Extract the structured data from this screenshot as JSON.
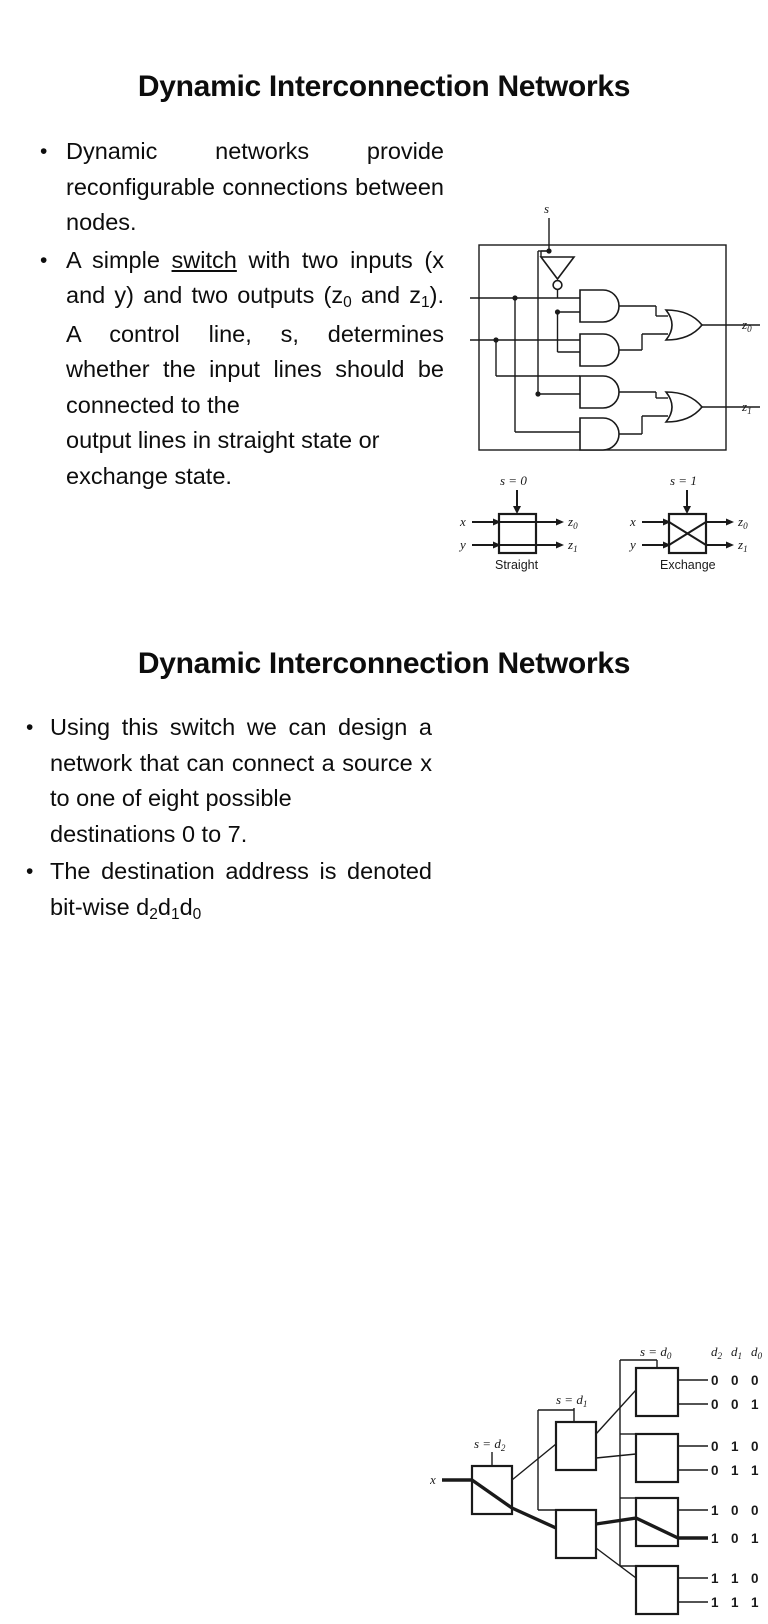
{
  "slides": [
    {
      "title": "Dynamic Interconnection Networks",
      "bullets": [
        {
          "marker": "•",
          "text": "Dynamic networks provide reconfigurable connections between nodes."
        },
        {
          "marker": "•",
          "text_parts": {
            "a": "A simple ",
            "underlined": "switch",
            "b": " with two inputs (x and y) and two outputs (z",
            "sub1": "0",
            "c": " and z",
            "sub2": "1",
            "d": "). A control line, s, determines whether the input lines should be connected to the ",
            "last_line": "output lines in straight state or exchange state."
          }
        }
      ],
      "figures": {
        "switch_circuit": {
          "control_label": "s",
          "input_labels": [
            "x",
            "y"
          ],
          "output_labels": [
            "z0",
            "z1"
          ],
          "output_label_base": "z",
          "output_label_subs": [
            "0",
            "1"
          ],
          "gates": [
            "inverter",
            "and",
            "and",
            "and",
            "and",
            "or",
            "or"
          ]
        },
        "switch_states": {
          "straight": {
            "control": "s = 0",
            "caption": "Straight",
            "inputs": [
              "x",
              "y"
            ],
            "outputs": [
              "z0",
              "z1"
            ],
            "output_base": "z",
            "output_subs": [
              "0",
              "1"
            ]
          },
          "exchange": {
            "control": "s = 1",
            "caption": "Exchange",
            "inputs": [
              "x",
              "y"
            ],
            "outputs": [
              "z0",
              "z1"
            ],
            "output_base": "z",
            "output_subs": [
              "0",
              "1"
            ]
          }
        }
      }
    },
    {
      "title": "Dynamic Interconnection Networks",
      "bullets": [
        {
          "marker": "•",
          "text": "Using this switch we can design a network that can connect a source x to one of eight possible ",
          "last_line": "destinations 0 to 7."
        },
        {
          "marker": "•",
          "text_parts": {
            "a": "The destination address is denoted bit-wise d",
            "sub1": "2",
            "b": "d",
            "sub2": "1",
            "c": "d",
            "sub3": "0"
          }
        }
      ],
      "figures": {
        "tree_network": {
          "source_label": "x",
          "stage_labels": [
            "s = d2",
            "s = d1",
            "s = d0"
          ],
          "stage_label_base": "s = d",
          "stage_label_subs": [
            "2",
            "1",
            "0"
          ],
          "header": [
            "d2",
            "d1",
            "d0"
          ],
          "header_base": "d",
          "header_subs": [
            "2",
            "1",
            "0"
          ],
          "destinations": [
            {
              "bits": [
                "0",
                "0",
                "0"
              ],
              "active": false
            },
            {
              "bits": [
                "0",
                "0",
                "1"
              ],
              "active": false
            },
            {
              "bits": [
                "0",
                "1",
                "0"
              ],
              "active": false
            },
            {
              "bits": [
                "0",
                "1",
                "1"
              ],
              "active": false
            },
            {
              "bits": [
                "1",
                "0",
                "0"
              ],
              "active": false
            },
            {
              "bits": [
                "1",
                "0",
                "1"
              ],
              "active": true
            },
            {
              "bits": [
                "1",
                "1",
                "0"
              ],
              "active": false
            },
            {
              "bits": [
                "1",
                "1",
                "1"
              ],
              "active": false
            }
          ],
          "highlighted_path": "101"
        }
      }
    }
  ],
  "colors": {
    "background": "#ffffff",
    "text": "#0d0d0d",
    "line": "#1a1a1a"
  }
}
